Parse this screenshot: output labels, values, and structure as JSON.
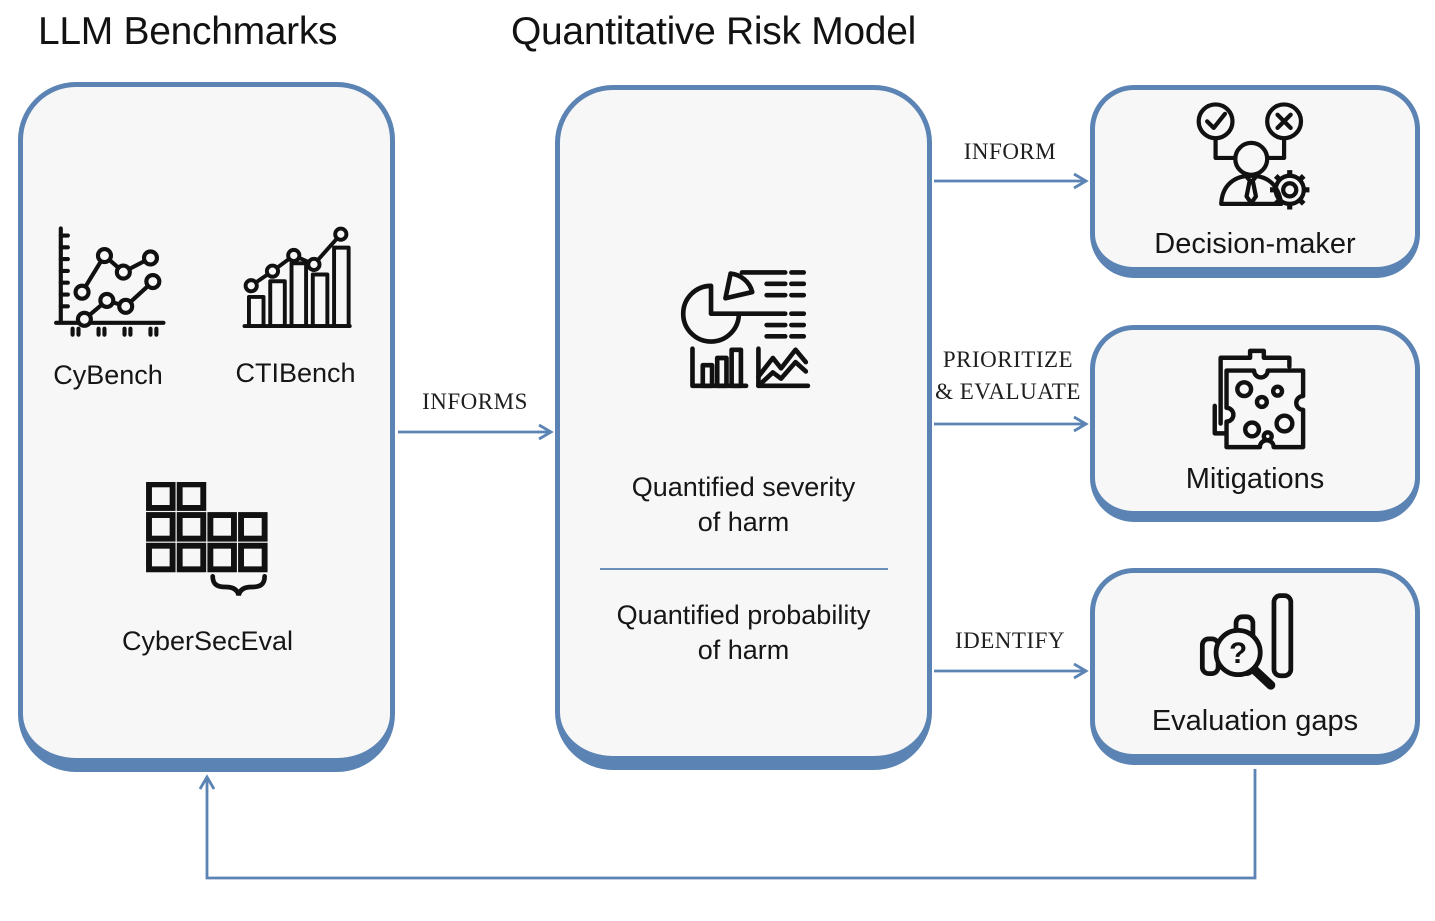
{
  "titles": {
    "benchmarks": "LLM Benchmarks",
    "risk_model": "Quantitative Risk Model"
  },
  "benchmarks": {
    "items": [
      {
        "label": "CyBench",
        "icon": "line-chart-icon"
      },
      {
        "label": "CTIBench",
        "icon": "bar-trend-chart-icon"
      },
      {
        "label": "CyberSecEval",
        "icon": "grid-squares-icon"
      }
    ]
  },
  "risk_model": {
    "icon": "analytics-report-icon",
    "severity_line1": "Quantified severity",
    "severity_line2": "of harm",
    "probability_line1": "Quantified probability",
    "probability_line2": "of harm"
  },
  "edges": {
    "informs": "INFORMS",
    "inform": "INFORM",
    "prioritize_line1": "PRIORITIZE",
    "prioritize_line2": "& EVALUATE",
    "identify": "IDENTIFY"
  },
  "outputs": {
    "decision_maker": {
      "label": "Decision-maker",
      "icon": "decision-maker-icon"
    },
    "mitigations": {
      "label": "Mitigations",
      "icon": "swiss-cheese-icon"
    },
    "evaluation_gaps": {
      "label": "Evaluation gaps",
      "icon": "magnifier-bars-icon"
    }
  },
  "icons": {
    "question_glyph": "?"
  },
  "colors": {
    "accent_blue": "#5b84b4",
    "panel_fill": "#f7f7f7",
    "icon_stroke": "#111111",
    "text": "#161616"
  }
}
